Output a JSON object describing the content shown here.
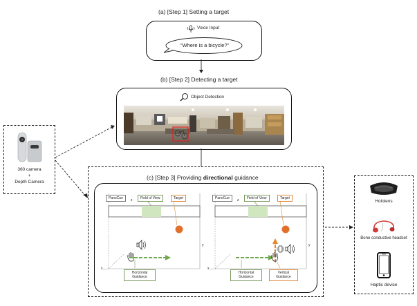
{
  "step1": {
    "title": "(a) [Step 1] Setting a target",
    "voice_label": "Voice Input",
    "speech": "“Where is a bicycle?”"
  },
  "step2": {
    "title": "(b) [Step 2] Detecting a target",
    "detection_label": "Object Detection"
  },
  "step3": {
    "title_pre": "(c) [Step 3] Providing ",
    "title_bold": "directional",
    "title_post": " guidance",
    "left_panel": {
      "panocue": "PanoCue",
      "fov": "Field of View",
      "target": "Target",
      "axis_z": "z",
      "axis_y": "y",
      "axis_x": "x",
      "horizontal": "Horizontal Guidance"
    },
    "right_panel": {
      "panocue": "PanoCue",
      "fov": "Field of View",
      "target": "Target",
      "axis_z": "z",
      "axis_y": "y",
      "axis_x": "x",
      "horizontal": "Horizontal Guidance",
      "vertical": "Vertical Guidance"
    }
  },
  "camera": {
    "line1": "360 camera",
    "line2": "+",
    "line3": "Depth Camera"
  },
  "devices": {
    "hololens": "Hololens",
    "headset": "Bone conductive headset",
    "haptic": "Haptic device"
  },
  "colors": {
    "guidance_green": "#6ea84a",
    "vertical_orange": "#e8862c",
    "target_ball": "#e0702a",
    "fov_fill": "#cfe6bf",
    "detection_box": "#e02020"
  }
}
